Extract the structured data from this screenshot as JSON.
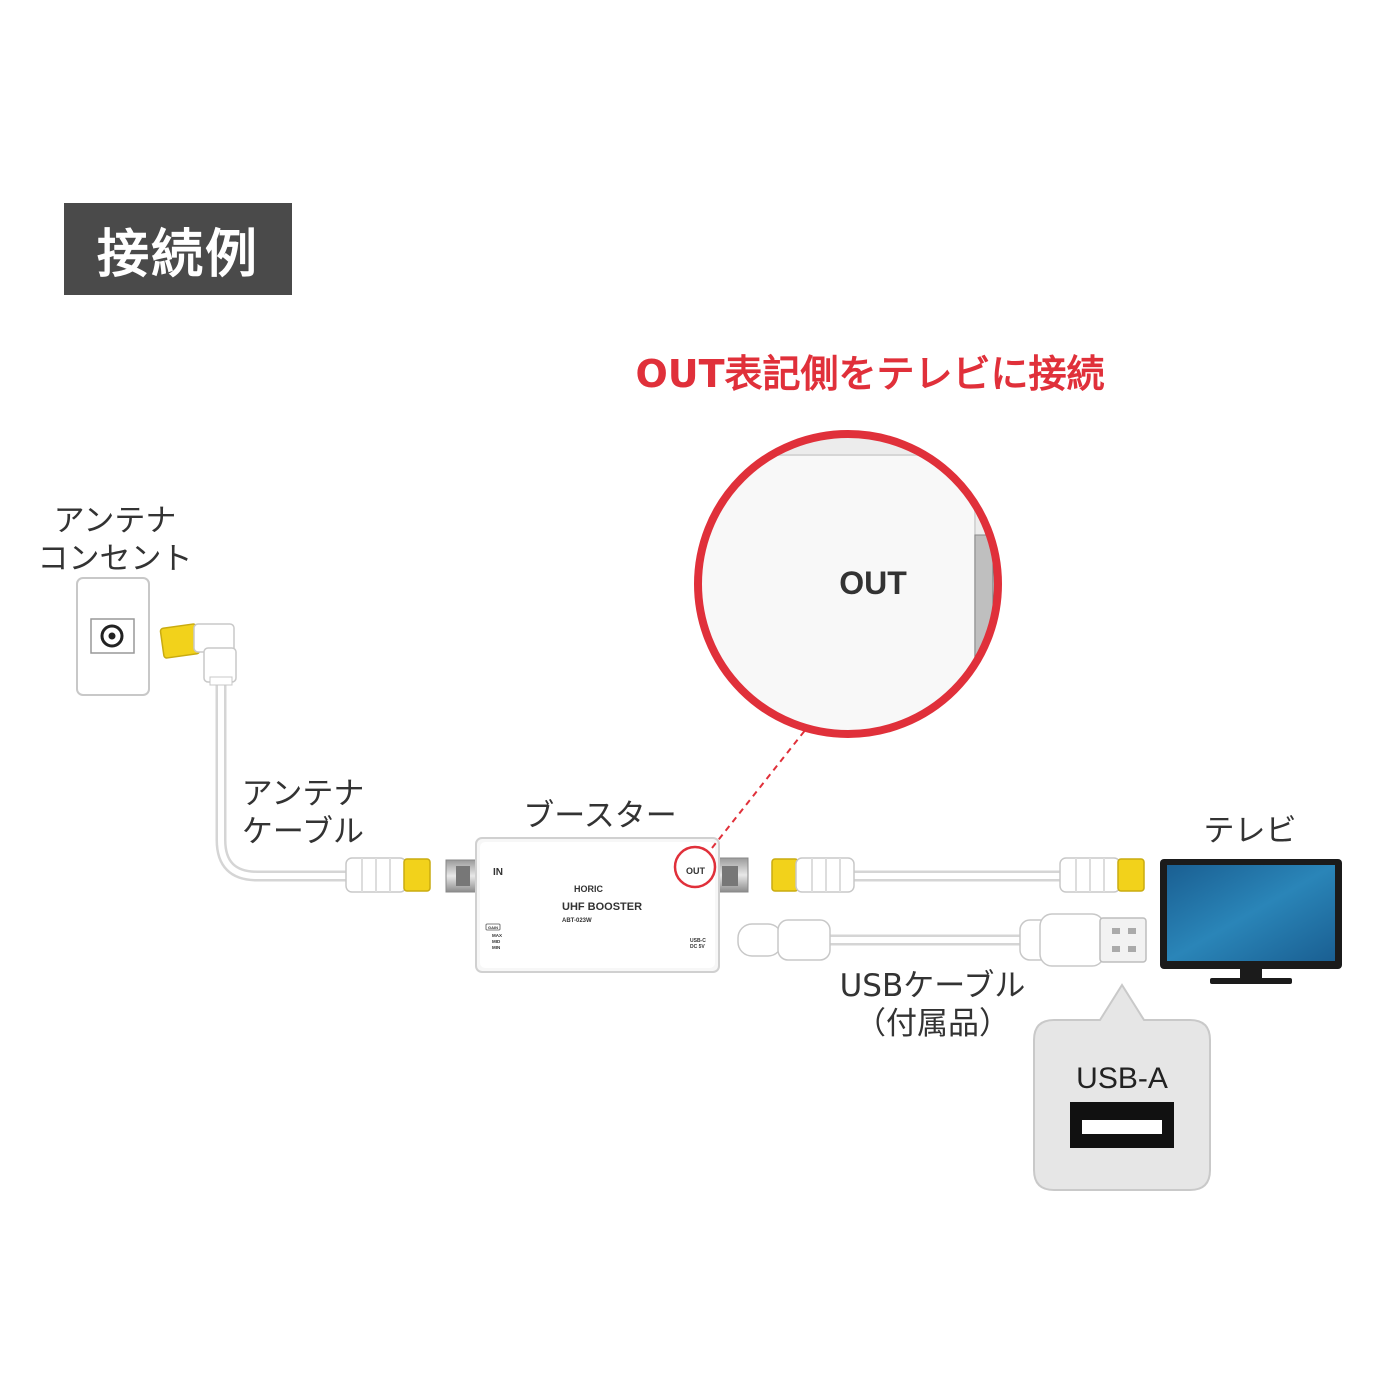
{
  "header": {
    "title": "接続例"
  },
  "callout": {
    "text": "OUT表記側をテレビに接続",
    "zoom_label": "OUT"
  },
  "labels": {
    "antenna_outlet": [
      "アンテナ",
      "コンセント"
    ],
    "antenna_cable": [
      "アンテナ",
      "ケーブル"
    ],
    "booster": "ブースター",
    "tv": "テレビ",
    "usb_cable": [
      "USBケーブル",
      "（付属品）"
    ],
    "usb_a": "USB-A"
  },
  "device": {
    "in_label": "IN",
    "out_label": "OUT",
    "brand": "HORIC",
    "name": "UHF BOOSTER",
    "model": "ABT-023W",
    "gain_label": "GAIN",
    "gain_levels": [
      "MAX",
      "MID",
      "MIN"
    ],
    "power_port": [
      "USB-C",
      "DC 5V"
    ]
  },
  "colors": {
    "accent_red": "#e0303a",
    "plug_yellow": "#f2d21b",
    "tv_screen": "#1f6fa3",
    "title_bg": "#4a4a4a"
  }
}
